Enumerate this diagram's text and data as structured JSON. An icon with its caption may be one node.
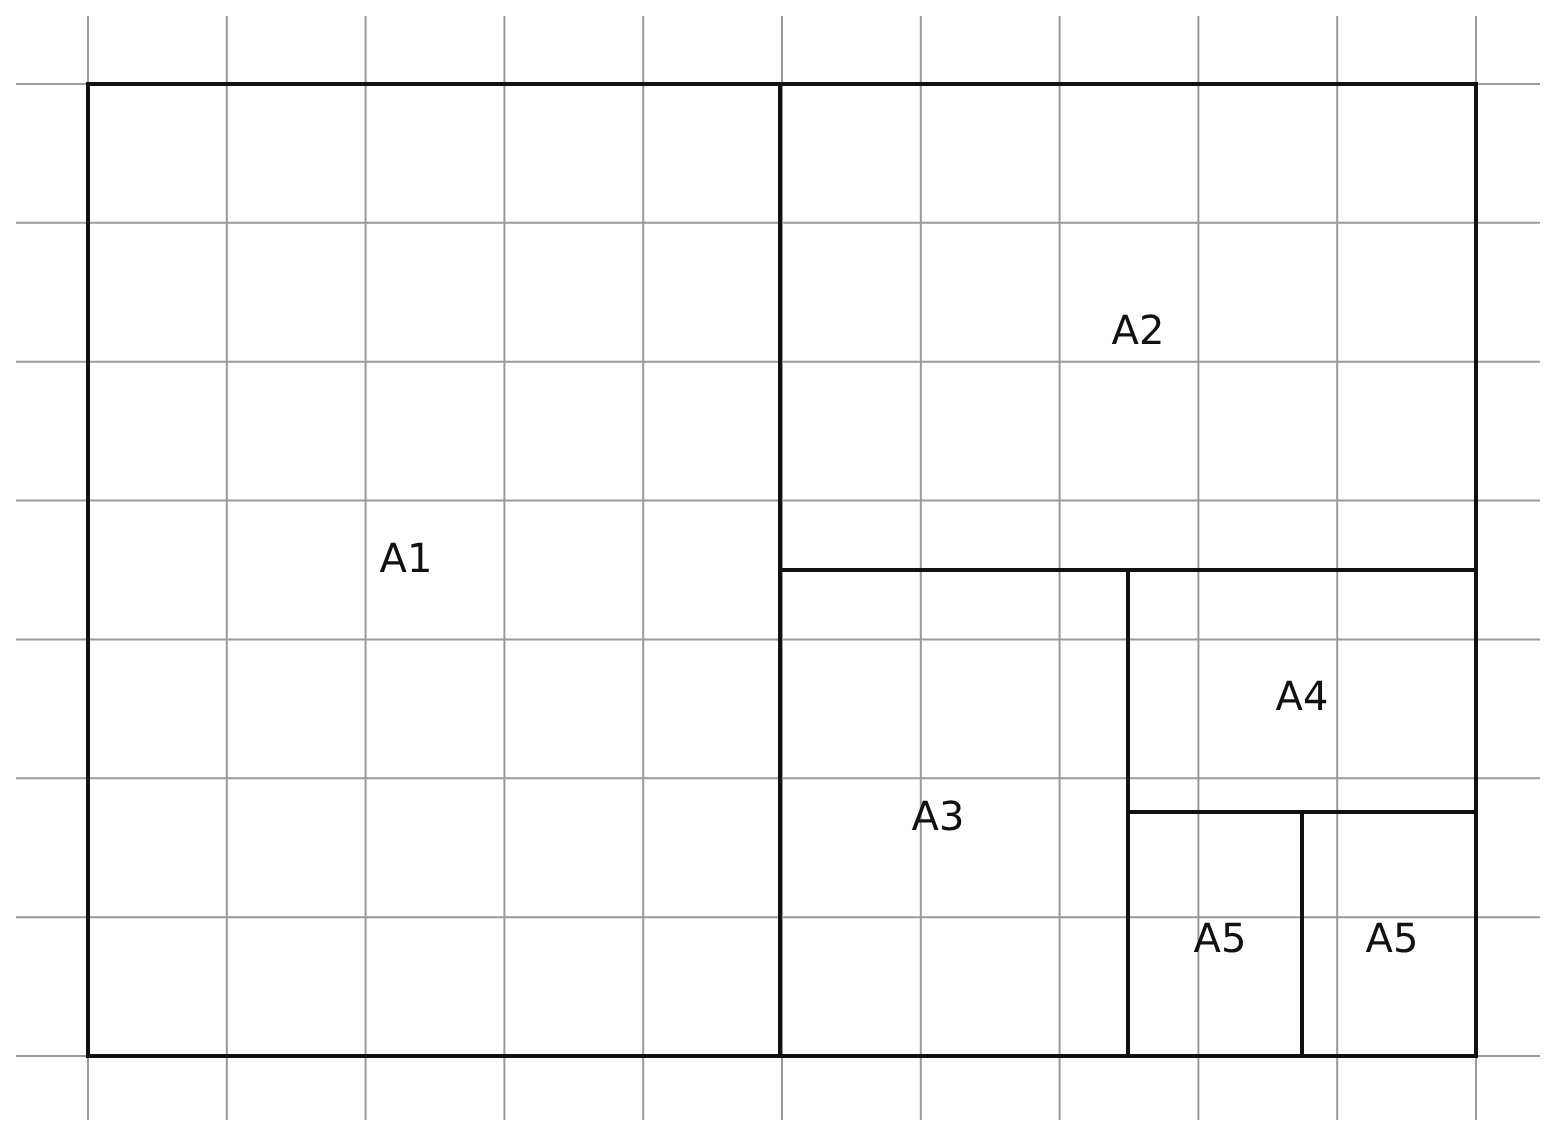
{
  "diagram": {
    "nodes": [
      {
        "text": [
          "A1"
        ]
      },
      {
        "text": [
          "A2"
        ]
      },
      {
        "text": [
          "A3"
        ]
      },
      {
        "text": [
          "A4"
        ]
      },
      {
        "text": [
          "A5"
        ]
      },
      {
        "text": [
          "A5"
        ]
      }
    ]
  }
}
